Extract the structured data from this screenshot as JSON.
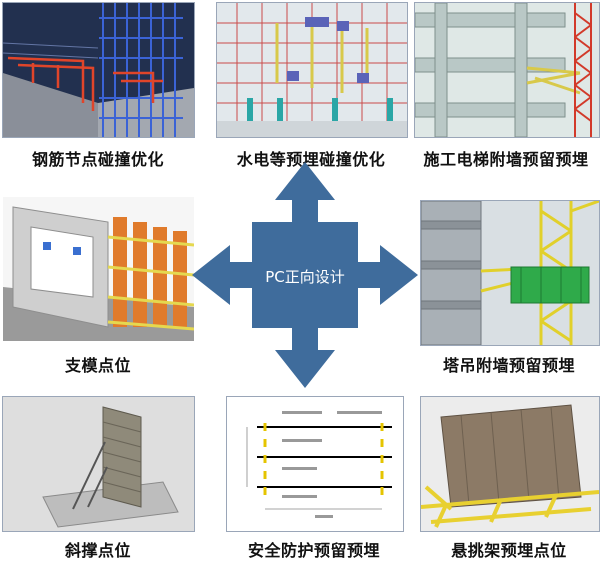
{
  "center": {
    "label": "PC正向设计",
    "color": "#3f6c9c"
  },
  "panels": [
    {
      "caption": "钢筋节点碰撞优化"
    },
    {
      "caption": "水电等预埋碰撞优化"
    },
    {
      "caption": "施工电梯附墙预留预埋"
    },
    {
      "caption": "支模点位"
    },
    {
      "caption": "塔吊附墙预留预埋"
    },
    {
      "caption": "斜撑点位"
    },
    {
      "caption": "安全防护预留预埋"
    },
    {
      "caption": "悬挑架预埋点位"
    }
  ]
}
